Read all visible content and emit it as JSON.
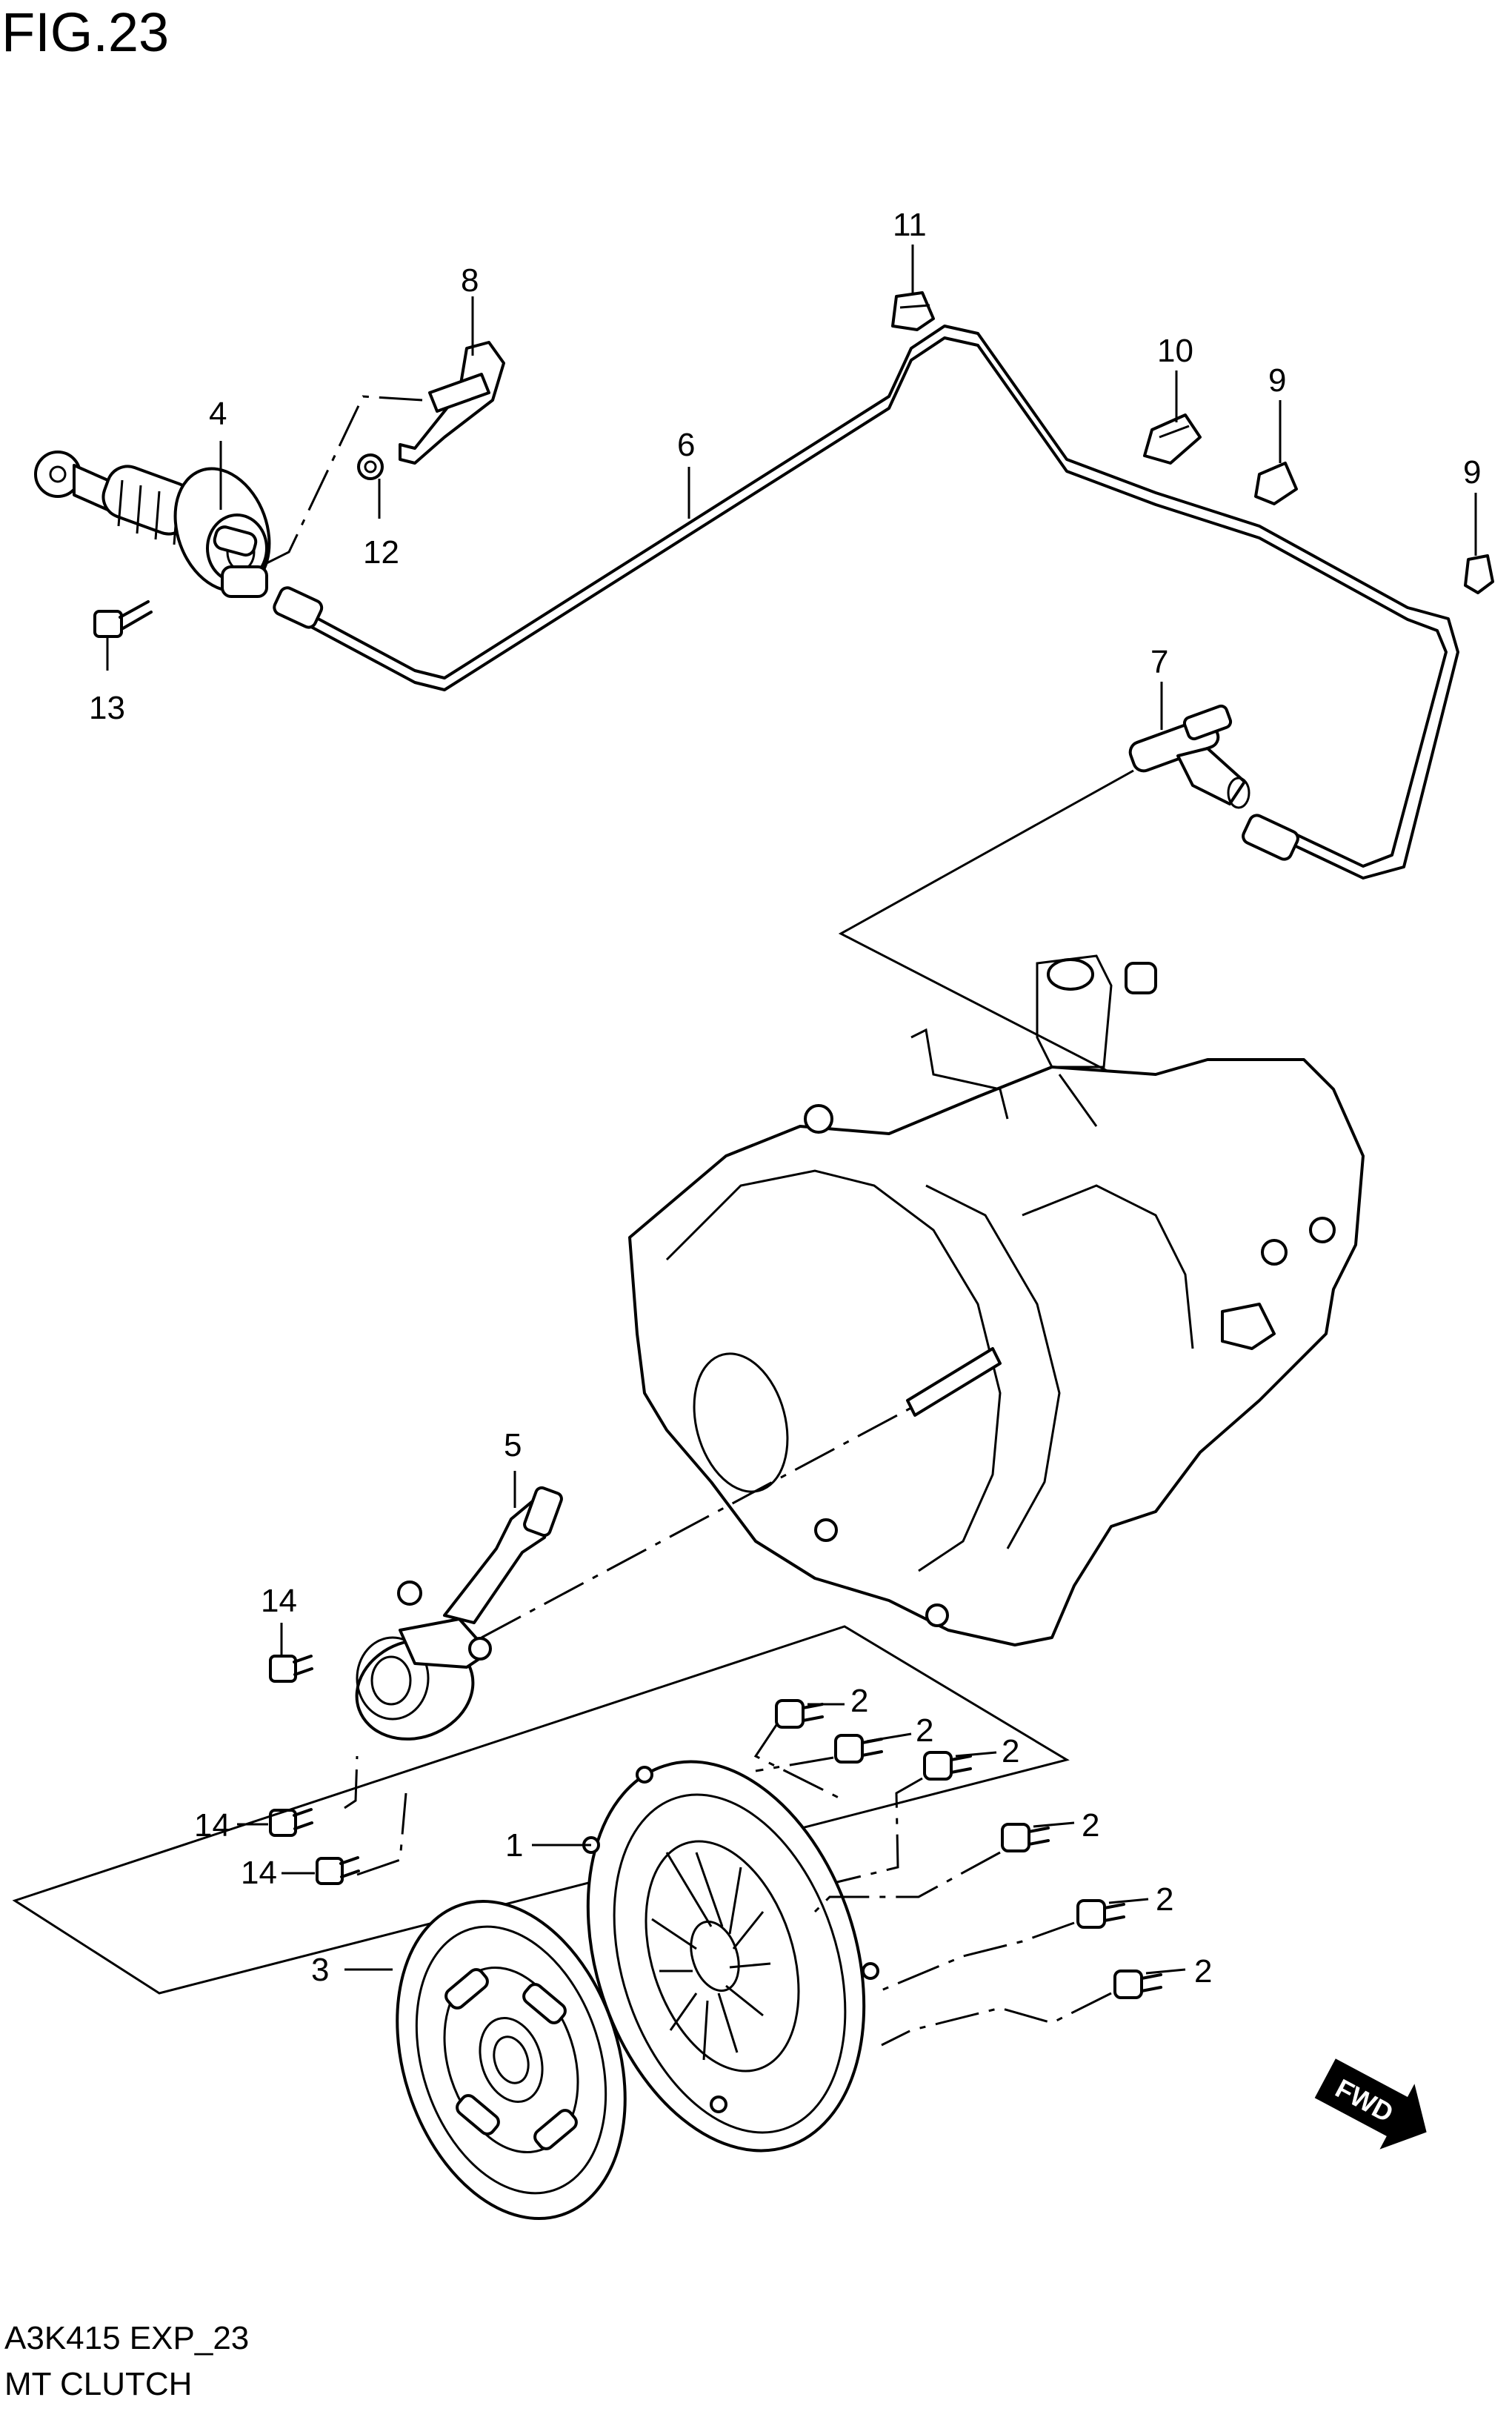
{
  "figure": {
    "title": "FIG.23"
  },
  "footer": {
    "ref_code": "A3K415 EXP_23",
    "section": "MT CLUTCH"
  },
  "callouts": [
    {
      "id": "c1",
      "label": "1"
    },
    {
      "id": "c2a",
      "label": "2"
    },
    {
      "id": "c2b",
      "label": "2"
    },
    {
      "id": "c2c",
      "label": "2"
    },
    {
      "id": "c2d",
      "label": "2"
    },
    {
      "id": "c2e",
      "label": "2"
    },
    {
      "id": "c2f",
      "label": "2"
    },
    {
      "id": "c3",
      "label": "3"
    },
    {
      "id": "c4",
      "label": "4"
    },
    {
      "id": "c5",
      "label": "5"
    },
    {
      "id": "c6",
      "label": "6"
    },
    {
      "id": "c7",
      "label": "7"
    },
    {
      "id": "c8",
      "label": "8"
    },
    {
      "id": "c9a",
      "label": "9"
    },
    {
      "id": "c9b",
      "label": "9"
    },
    {
      "id": "c10",
      "label": "10"
    },
    {
      "id": "c11",
      "label": "11"
    },
    {
      "id": "c12",
      "label": "12"
    },
    {
      "id": "c13",
      "label": "13"
    },
    {
      "id": "c14a",
      "label": "14"
    },
    {
      "id": "c14b",
      "label": "14"
    },
    {
      "id": "c14c",
      "label": "14"
    }
  ],
  "fwd_marker": {
    "label": "FWD"
  }
}
